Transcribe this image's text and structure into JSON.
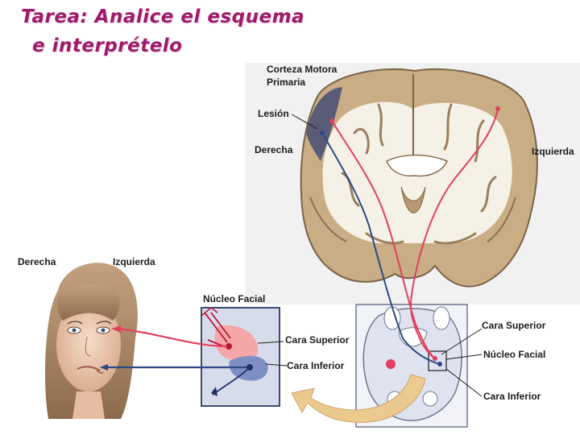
{
  "title": {
    "line1": "Tarea: Analice el esquema",
    "line2": "e interprételo"
  },
  "labels": {
    "motor_cortex_1": "Corteza Motora",
    "motor_cortex_2": "Primaria",
    "lesion": "Lesión",
    "brain_right": "Derecha",
    "brain_left": "Izquierda",
    "face_right": "Derecha",
    "face_left": "Izquierda",
    "inset_facial_nucleus": "Núcleo Facial",
    "inset_upper_face": "Cara Superior",
    "inset_lower_face": "Cara Inferior",
    "pons_upper_face": "Cara Superior",
    "pons_facial_nucleus": "Núcleo Facial",
    "pons_lower_face": "Cara Inferior"
  },
  "colors": {
    "title": "#9e1b6b",
    "upper_pathway": "#e0405f",
    "lower_pathway": "#2b4a86",
    "brain_tissue": "#c9ad84",
    "brain_white": "#f6f1e6",
    "lesion": "#4d5276",
    "inset_bg": "#d7dceb",
    "arrow": "#ecc98e"
  }
}
